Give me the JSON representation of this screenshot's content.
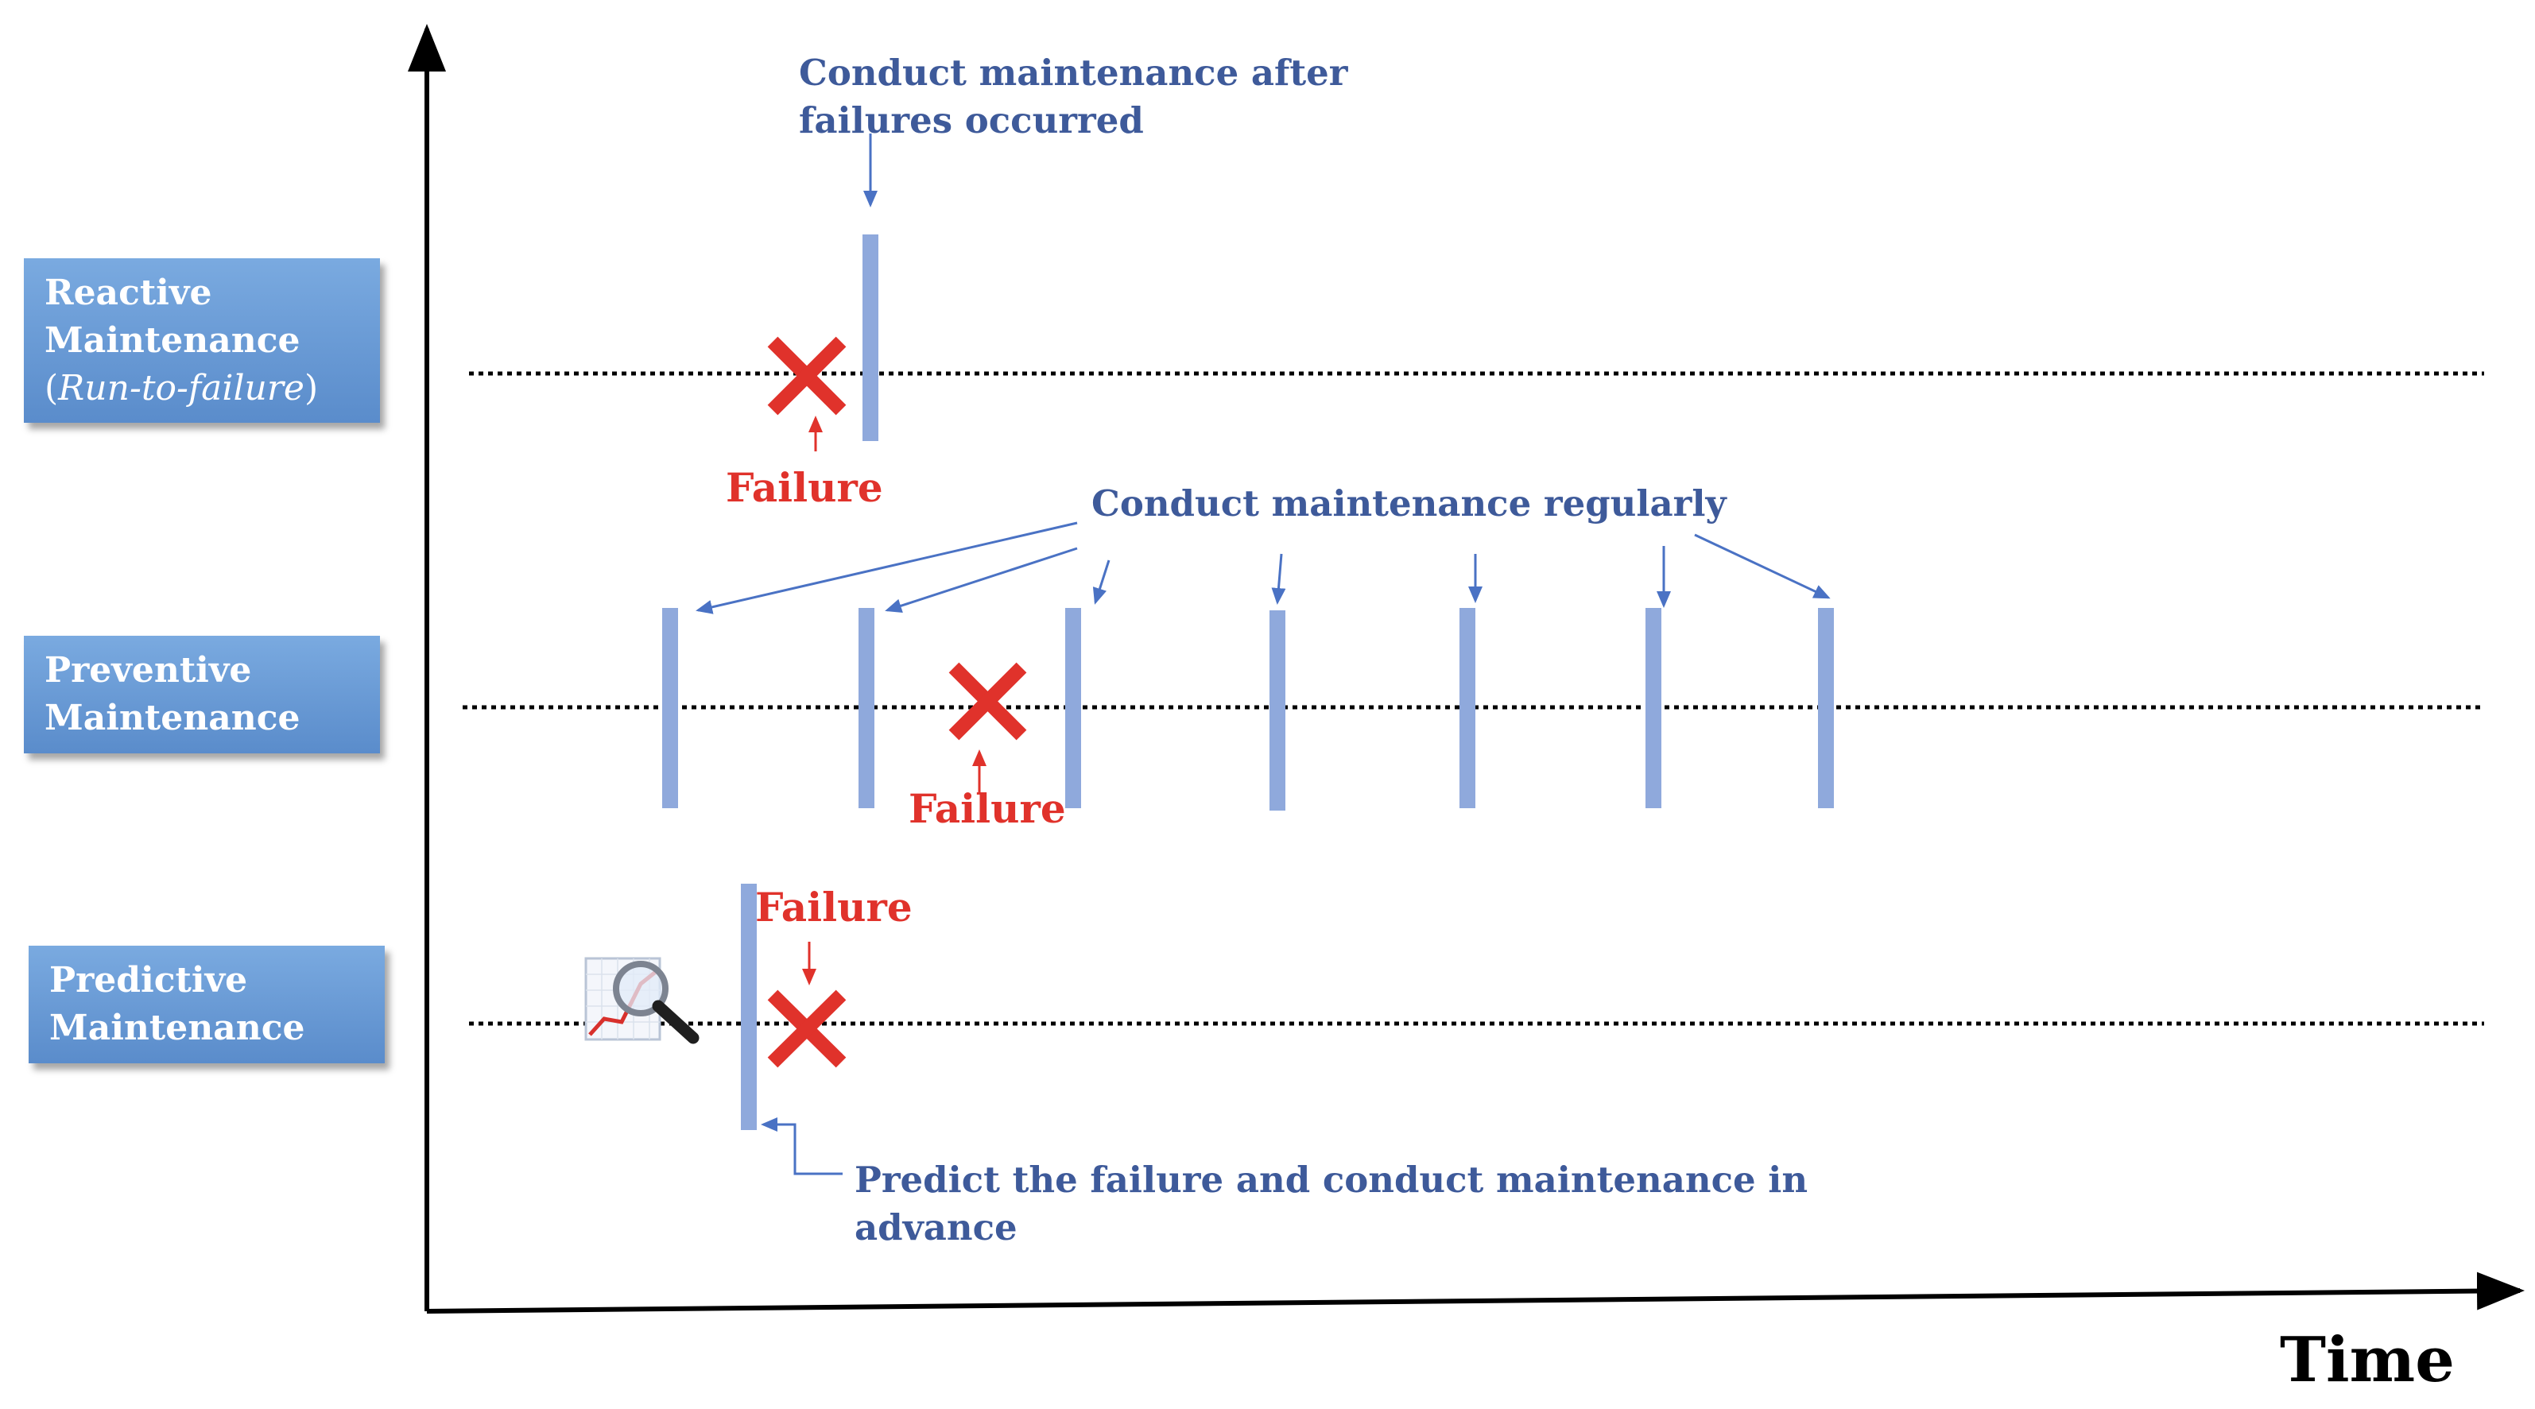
{
  "rows": [
    {
      "id": "reactive",
      "title_line1": "Reactive",
      "title_line2": "Maintenance",
      "subtitle_open": "(",
      "subtitle_italic": "Run-to-failure",
      "subtitle_close": ")"
    },
    {
      "id": "preventive",
      "title_line1": "Preventive",
      "title_line2": "Maintenance"
    },
    {
      "id": "predictive",
      "title_line1": "Predictive",
      "title_line2": "Maintenance"
    }
  ],
  "annotations": {
    "reactive_note_line1": "Conduct maintenance after",
    "reactive_note_line2": "failures occurred",
    "preventive_note": "Conduct maintenance regularly",
    "predictive_note_line1": "Predict the failure and conduct maintenance in",
    "predictive_note_line2": "advance",
    "failure_label": "Failure"
  },
  "axis": {
    "x_label": "Time"
  },
  "icons": [
    "failure-x-icon",
    "magnifier-chart-icon"
  ],
  "colors": {
    "box_top": "#7aaae0",
    "box_bottom": "#5a8ccb",
    "maintenance_bar": "#8fa9dc",
    "annotation_blue": "#3e5a9a",
    "arrow_blue": "#4a72c4",
    "failure_red": "#e0322b",
    "axis": "#000000"
  }
}
